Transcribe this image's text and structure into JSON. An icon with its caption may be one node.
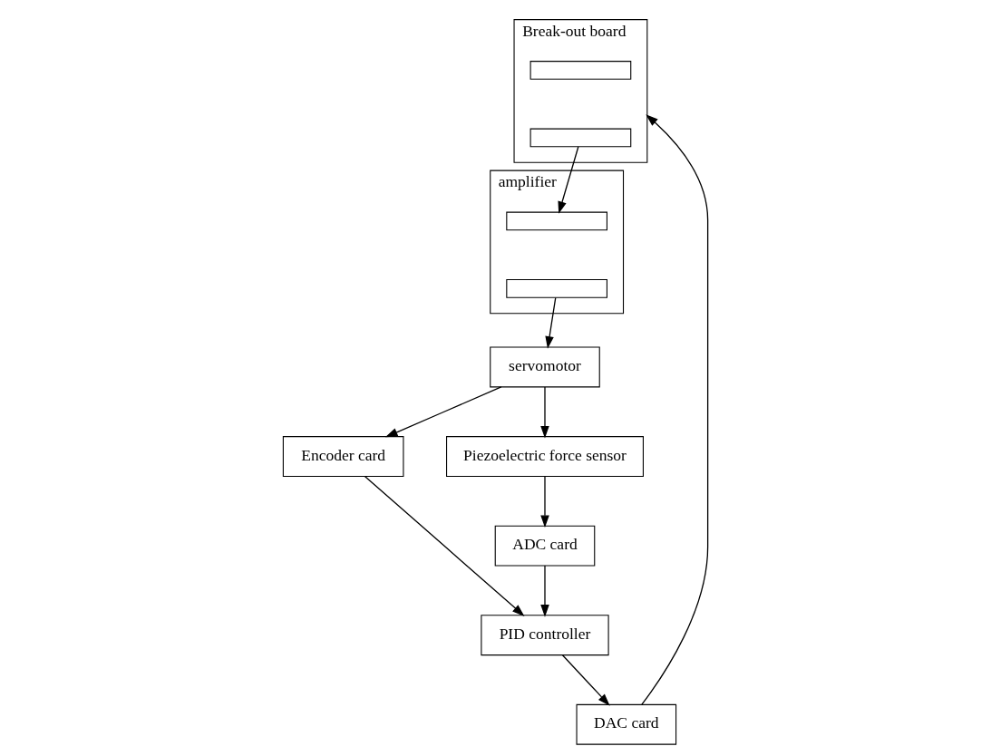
{
  "diagram": {
    "nodes": [
      {
        "text": [
          "Break-out board"
        ]
      },
      {
        "text": [],
        "shape": "box",
        "in": 0
      },
      {
        "text": [],
        "shape": "box",
        "in": 0
      },
      {
        "text": [
          "PID controller"
        ]
      },
      {
        "text": [
          "DAC card"
        ]
      },
      {
        "text": [
          "Encoder card"
        ]
      },
      {
        "text": [
          "amplifier"
        ]
      },
      {
        "text": [],
        "shape": "box",
        "in": 6
      },
      {
        "text": [],
        "shape": "box",
        "in": 6
      },
      {
        "text": [
          "servomotor"
        ]
      },
      {
        "text": [
          "ADC card"
        ]
      },
      {
        "text": [
          "Piezoelectric force sensor"
        ]
      }
    ],
    "edges": [
      {
        "from": 4,
        "to": 0,
        "arrow": "to"
      },
      {
        "from": 3,
        "to": 4,
        "arrow": "to"
      },
      {
        "from": 5,
        "to": 3,
        "arrow": "to"
      },
      {
        "from": 10,
        "to": 3,
        "arrow": "to"
      },
      {
        "from": 2,
        "to": 7,
        "arrow": "to"
      },
      {
        "from": 8,
        "to": 9,
        "arrow": "to"
      },
      {
        "from": 9,
        "to": 5,
        "arrow": "to"
      },
      {
        "from": 9,
        "to": 11,
        "arrow": "to"
      },
      {
        "from": 11,
        "to": 10,
        "arrow": "to"
      }
    ]
  }
}
